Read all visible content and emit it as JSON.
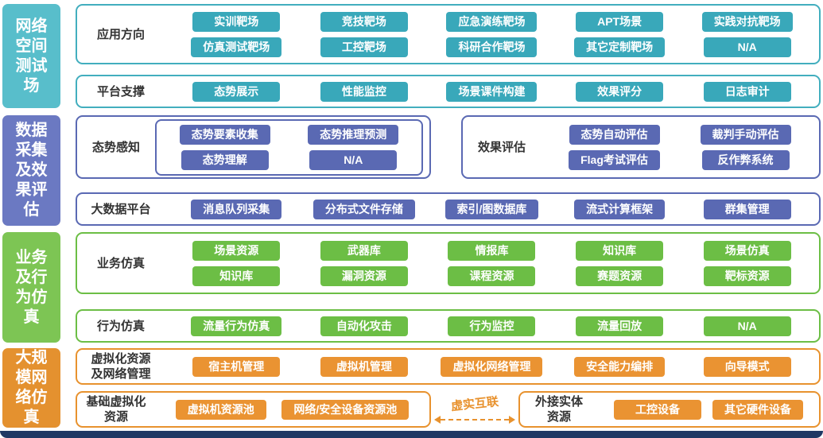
{
  "colors": {
    "teal_box": "#39A8BA",
    "teal_sidebar": "#58BECB",
    "teal_border": "#42AEBE",
    "indigo_box": "#5A69B3",
    "indigo_sidebar": "#6B79C2",
    "green_box": "#6CBE45",
    "green_sidebar": "#7DC554",
    "orange_box": "#EA9332",
    "orange_sidebar": "#E4912F",
    "orange_accent": "#E8922E",
    "footer": "#1F3864"
  },
  "band1": {
    "sidebar_label": "网络\n空间\n测试\n场",
    "application": {
      "label": "应用方向",
      "row1": [
        "实训靶场",
        "竞技靶场",
        "应急演练靶场",
        "APT场景",
        "实践对抗靶场"
      ],
      "row2": [
        "仿真测试靶场",
        "工控靶场",
        "科研合作靶场",
        "其它定制靶场",
        "N/A"
      ]
    },
    "platform": {
      "label": "平台支撑",
      "items": [
        "态势展示",
        "性能监控",
        "场景课件构建",
        "效果评分",
        "日志审计"
      ]
    }
  },
  "band2": {
    "sidebar_label": "数据\n采集\n及效\n果评\n估",
    "situation": {
      "label": "态势感知",
      "items": [
        "态势要素收集",
        "态势推理预测",
        "态势理解",
        "N/A"
      ]
    },
    "evaluation": {
      "label": "效果评估",
      "items": [
        "态势自动评估",
        "裁判手动评估",
        "Flag考试评估",
        "反作弊系统"
      ]
    },
    "bigdata": {
      "label": "大数据平台",
      "items": [
        "消息队列采集",
        "分布式文件存储",
        "索引/图数据库",
        "流式计算框架",
        "群集管理"
      ]
    }
  },
  "band3": {
    "sidebar_label": "业务\n及行\n为仿\n真",
    "business": {
      "label": "业务仿真",
      "row1": [
        "场景资源",
        "武器库",
        "情报库",
        "知识库",
        "场景仿真"
      ],
      "row2": [
        "知识库",
        "漏洞资源",
        "课程资源",
        "赛题资源",
        "靶标资源"
      ]
    },
    "behavior": {
      "label": "行为仿真",
      "items": [
        "流量行为仿真",
        "自动化攻击",
        "行为监控",
        "流量回放",
        "N/A"
      ]
    }
  },
  "band4": {
    "sidebar_label": "大规\n模网\n络仿\n真",
    "virtualization": {
      "label": "虚拟化资源\n及网络管理",
      "items": [
        "宿主机管理",
        "虚拟机管理",
        "虚拟化网络管理",
        "安全能力编排",
        "向导模式"
      ]
    },
    "base_resources": {
      "label": "基础虚拟化\n资源",
      "items": [
        "虚拟机资源池",
        "网络/安全设备资源池"
      ]
    },
    "link_label": "虚实互联",
    "external": {
      "label": "外接实体\n资源",
      "items": [
        "工控设备",
        "其它硬件设备"
      ]
    }
  }
}
